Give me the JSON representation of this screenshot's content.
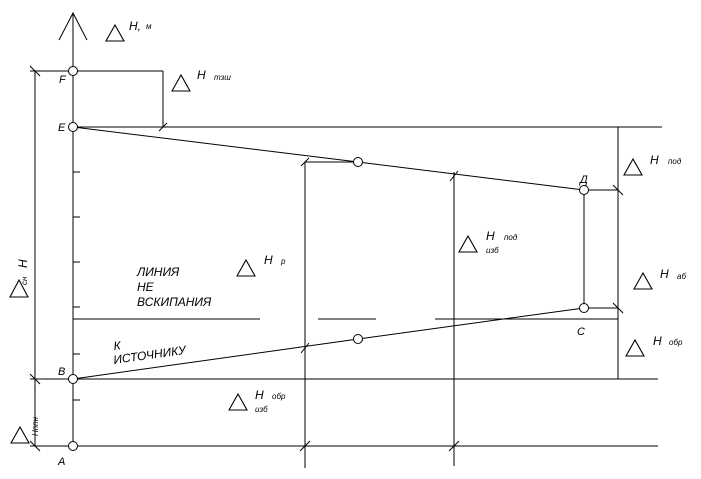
{
  "points": {
    "f": "F",
    "e": "E",
    "d": "Д",
    "c": "C",
    "b": "B",
    "a": "A"
  },
  "labels": {
    "h_m": {
      "main": "H,",
      "sub": "м"
    },
    "h_tzsh": {
      "main": "H",
      "sub": "тзш"
    },
    "h_pod": {
      "main": "H",
      "sub": "под"
    },
    "h_pod_izb": {
      "main": "H",
      "sub1": "под",
      "sub2": "изб"
    },
    "h_r": {
      "main": "H",
      "sub": "р"
    },
    "h_ab": {
      "main": "H",
      "sub": "аб"
    },
    "h_obr": {
      "main": "H",
      "sub": "обр"
    },
    "h_obr_izb": {
      "main": "H",
      "sub1": "обр",
      "sub2": "изб"
    },
    "h_sn": {
      "main": "H",
      "sub": "сн"
    },
    "h_ppn": "Hппн"
  },
  "text": {
    "no_boil_line_1": "ЛИНИЯ",
    "no_boil_line_2": "НЕ",
    "no_boil_line_3": "ВСКИПАНИЯ",
    "to_source_1": "К",
    "to_source_2": "ИСТОЧНИКУ"
  }
}
